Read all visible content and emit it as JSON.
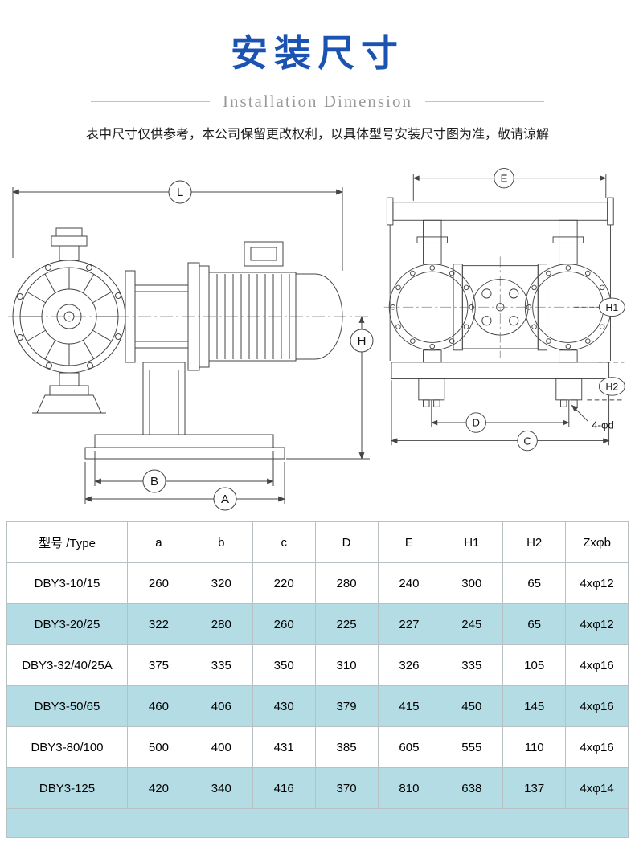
{
  "header": {
    "title": "安装尺寸",
    "subtitle": "Installation Dimension",
    "note": "表中尺寸仅供参考，本公司保留更改权利，以具体型号安装尺寸图为准，敬请谅解"
  },
  "diagram": {
    "side_view": {
      "length_label": "L",
      "height_label": "H",
      "base_width_label": "B",
      "base_length_label": "A"
    },
    "front_view": {
      "width_label": "E",
      "height1_label": "H1",
      "height2_label": "H2",
      "foot_pitch_label": "D",
      "base_width_label": "C",
      "bolt_holes_label": "4-φd"
    }
  },
  "table": {
    "headers": [
      "型号 /Type",
      "a",
      "b",
      "c",
      "D",
      "E",
      "H1",
      "H2",
      "Zxφb"
    ],
    "rows": [
      [
        "DBY3-10/15",
        "260",
        "320",
        "220",
        "280",
        "240",
        "300",
        "65",
        "4xφ12"
      ],
      [
        "DBY3-20/25",
        "322",
        "280",
        "260",
        "225",
        "227",
        "245",
        "65",
        "4xφ12"
      ],
      [
        "DBY3-32/40/25A",
        "375",
        "335",
        "350",
        "310",
        "326",
        "335",
        "105",
        "4xφ16"
      ],
      [
        "DBY3-50/65",
        "460",
        "406",
        "430",
        "379",
        "415",
        "450",
        "145",
        "4xφ16"
      ],
      [
        "DBY3-80/100",
        "500",
        "400",
        "431",
        "385",
        "605",
        "555",
        "110",
        "4xφ16"
      ],
      [
        "DBY3-125",
        "420",
        "340",
        "416",
        "370",
        "810",
        "638",
        "137",
        "4xφ14"
      ]
    ]
  },
  "colors": {
    "title": "#1a53b2",
    "row_alt": "#b3dce4"
  }
}
